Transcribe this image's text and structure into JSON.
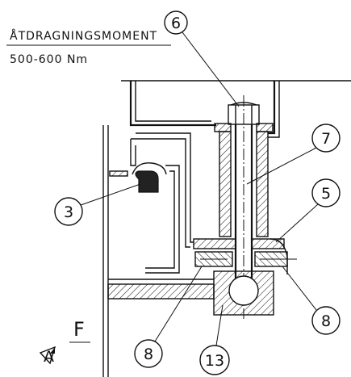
{
  "note": {
    "title": "ÅTDRAGNINGSMOMENT",
    "value": "500-600 Nm"
  },
  "balloons": {
    "b3": "3",
    "b5": "5",
    "b6": "6",
    "b7": "7",
    "b8_left": "8",
    "b8_right": "8",
    "b13": "13"
  },
  "view": {
    "section_letter": "F",
    "marker_letter": "A"
  }
}
